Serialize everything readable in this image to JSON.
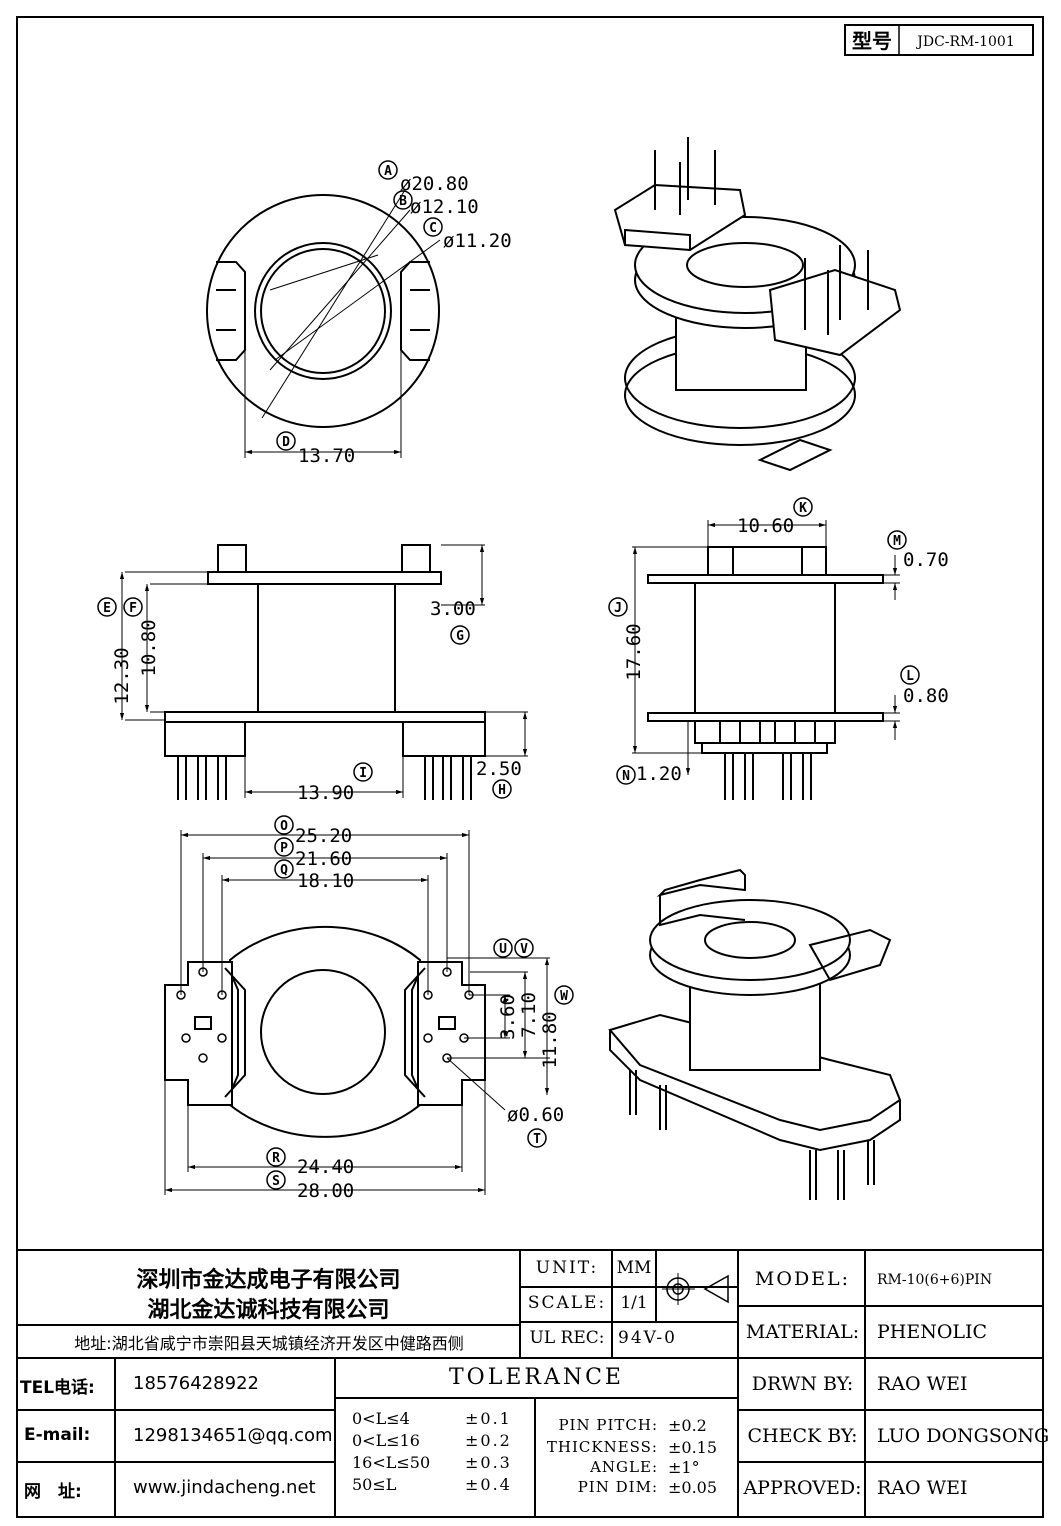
{
  "model_box": {
    "label": "型号",
    "value": "JDC-RM-1001"
  },
  "labels": {
    "A": "A",
    "B": "B",
    "C": "C",
    "D": "D",
    "E": "E",
    "F": "F",
    "G": "G",
    "H": "H",
    "I": "I",
    "J": "J",
    "K": "K",
    "L": "L",
    "M": "M",
    "N": "N",
    "O": "O",
    "P": "P",
    "Q": "Q",
    "R": "R",
    "S": "S",
    "T": "T",
    "U": "U",
    "V": "V",
    "W": "W"
  },
  "dims": {
    "A": "ø20.80",
    "B": "ø12.10",
    "C": "ø11.20",
    "D": "13.70",
    "E": "12.30",
    "F": "10.80",
    "G": "3.00",
    "H": "2.50",
    "I": "13.90",
    "J": "17.60",
    "K": "10.60",
    "L": "0.80",
    "M": "0.70",
    "N": "1.20",
    "O": "25.20",
    "P": "21.60",
    "Q": "18.10",
    "R": "24.40",
    "S": "28.00",
    "T": "ø0.60",
    "U": "3.60",
    "V": "7.10",
    "W": "11.80"
  },
  "company": {
    "name1": "深圳市金达成电子有限公司",
    "name2": "湖北金达诚科技有限公司",
    "address": "地址:湖北省咸宁市崇阳县天城镇经济开发区中健路西侧"
  },
  "contact": {
    "tel_label": "TEL电话:",
    "tel": "18576428922",
    "email_label": "E-mail:",
    "email": "1298134651@qq.com",
    "web_label": "网　址:",
    "web": "www.jindacheng.net"
  },
  "spec": {
    "unit_label": "UNIT:",
    "unit": "MM",
    "scale_label": "SCALE:",
    "scale": "1/1",
    "ulrec_label": "UL REC:",
    "ulrec": "94V-0"
  },
  "tolerance": {
    "title": "TOLERANCE",
    "rows": [
      {
        "range": "0<L≤4",
        "tol": "±0.1"
      },
      {
        "range": "0<L≤16",
        "tol": "±0.2"
      },
      {
        "range": "16<L≤50",
        "tol": "±0.3"
      },
      {
        "range": "50≤L",
        "tol": "±0.4"
      }
    ],
    "other": [
      {
        "label": "PIN PITCH:",
        "tol": "±0.2"
      },
      {
        "label": "THICKNESS:",
        "tol": "±0.15"
      },
      {
        "label": "ANGLE:",
        "tol": "±1°"
      },
      {
        "label": "PIN DIM:",
        "tol": "±0.05"
      }
    ]
  },
  "info": {
    "model_label": "MODEL:",
    "model": "RM-10(6+6)PIN",
    "material_label": "MATERIAL:",
    "material": "PHENOLIC",
    "drwn_label": "DRWN BY:",
    "drwn": "RAO WEI",
    "check_label": "CHECK BY:",
    "check": "LUO DONGSONG",
    "approved_label": "APPROVED:",
    "approved": "RAO WEI"
  }
}
